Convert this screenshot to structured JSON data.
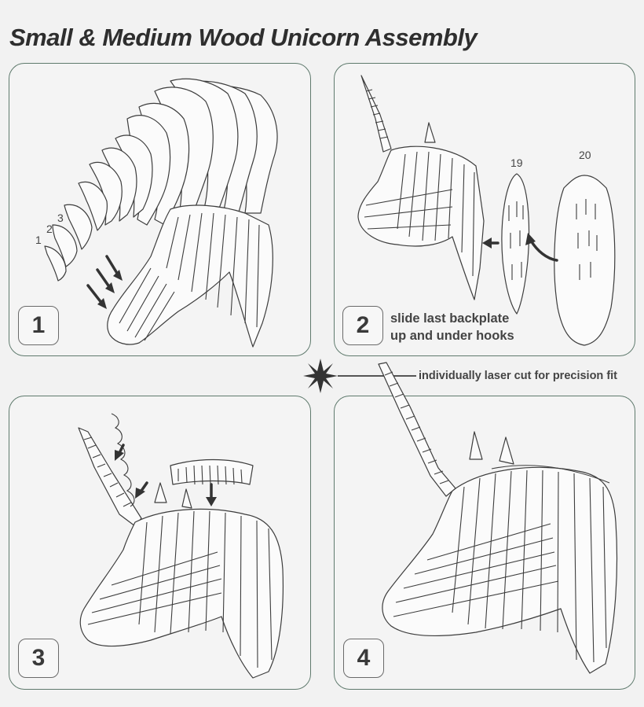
{
  "title": "Small & Medium Wood Unicorn Assembly",
  "steps": [
    {
      "number": "1",
      "part_labels": [
        "1",
        "2",
        "3"
      ]
    },
    {
      "number": "2",
      "part_labels": [
        "19",
        "20"
      ],
      "caption_line1": "slide last backplate",
      "caption_line2": "up and under hooks"
    },
    {
      "number": "3"
    },
    {
      "number": "4"
    }
  ],
  "laser_note": "individually laser cut for precision fit",
  "icons": [
    "laser-burst-icon",
    "arrow-icon"
  ],
  "colors": {
    "panel_border": "#5f7a6d",
    "background": "#f2f2f2",
    "line": "#3d3d3d"
  }
}
